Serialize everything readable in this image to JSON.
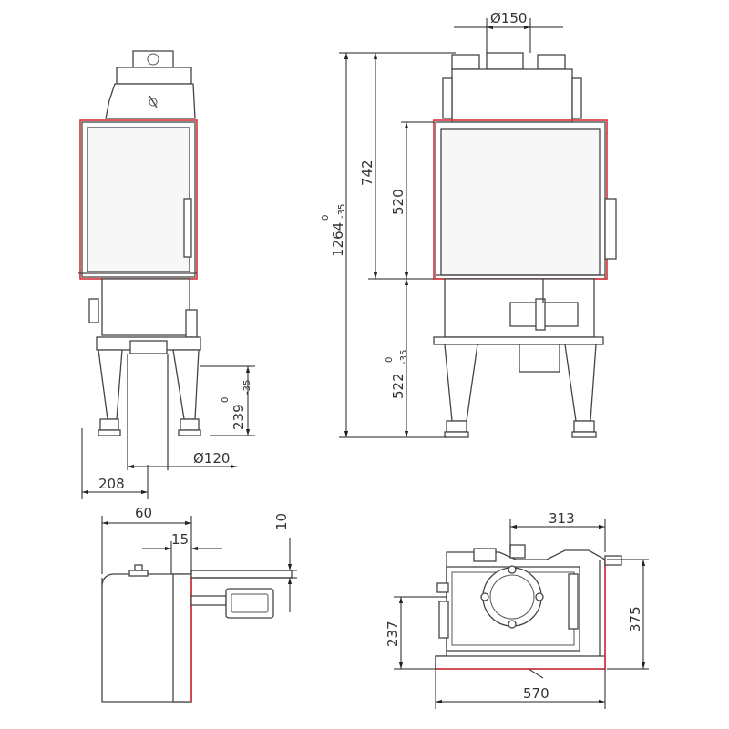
{
  "colors": {
    "outline": "#444444",
    "frame_highlight": "#d9303a",
    "dimension": "#222222"
  },
  "dimensions": {
    "flue_diameter": "Ø150",
    "total_height": "1264",
    "total_height_tol_upper": "0",
    "total_height_tol_lower": "-35",
    "firebox_height": "742",
    "door_height": "520",
    "base_height": "522",
    "base_height_tol_upper": "0",
    "base_height_tol_lower": "-35",
    "leg_height": "239",
    "leg_height_tol_upper": "0",
    "leg_height_tol_lower": "-35",
    "air_inlet_diameter": "Ø120",
    "air_inlet_offset": "208",
    "frame_depth": "60",
    "frame_inset": "15",
    "frame_thickness": "10",
    "top_depth": "313",
    "plan_width": "570",
    "plan_depth": "375",
    "flue_offset": "237"
  }
}
